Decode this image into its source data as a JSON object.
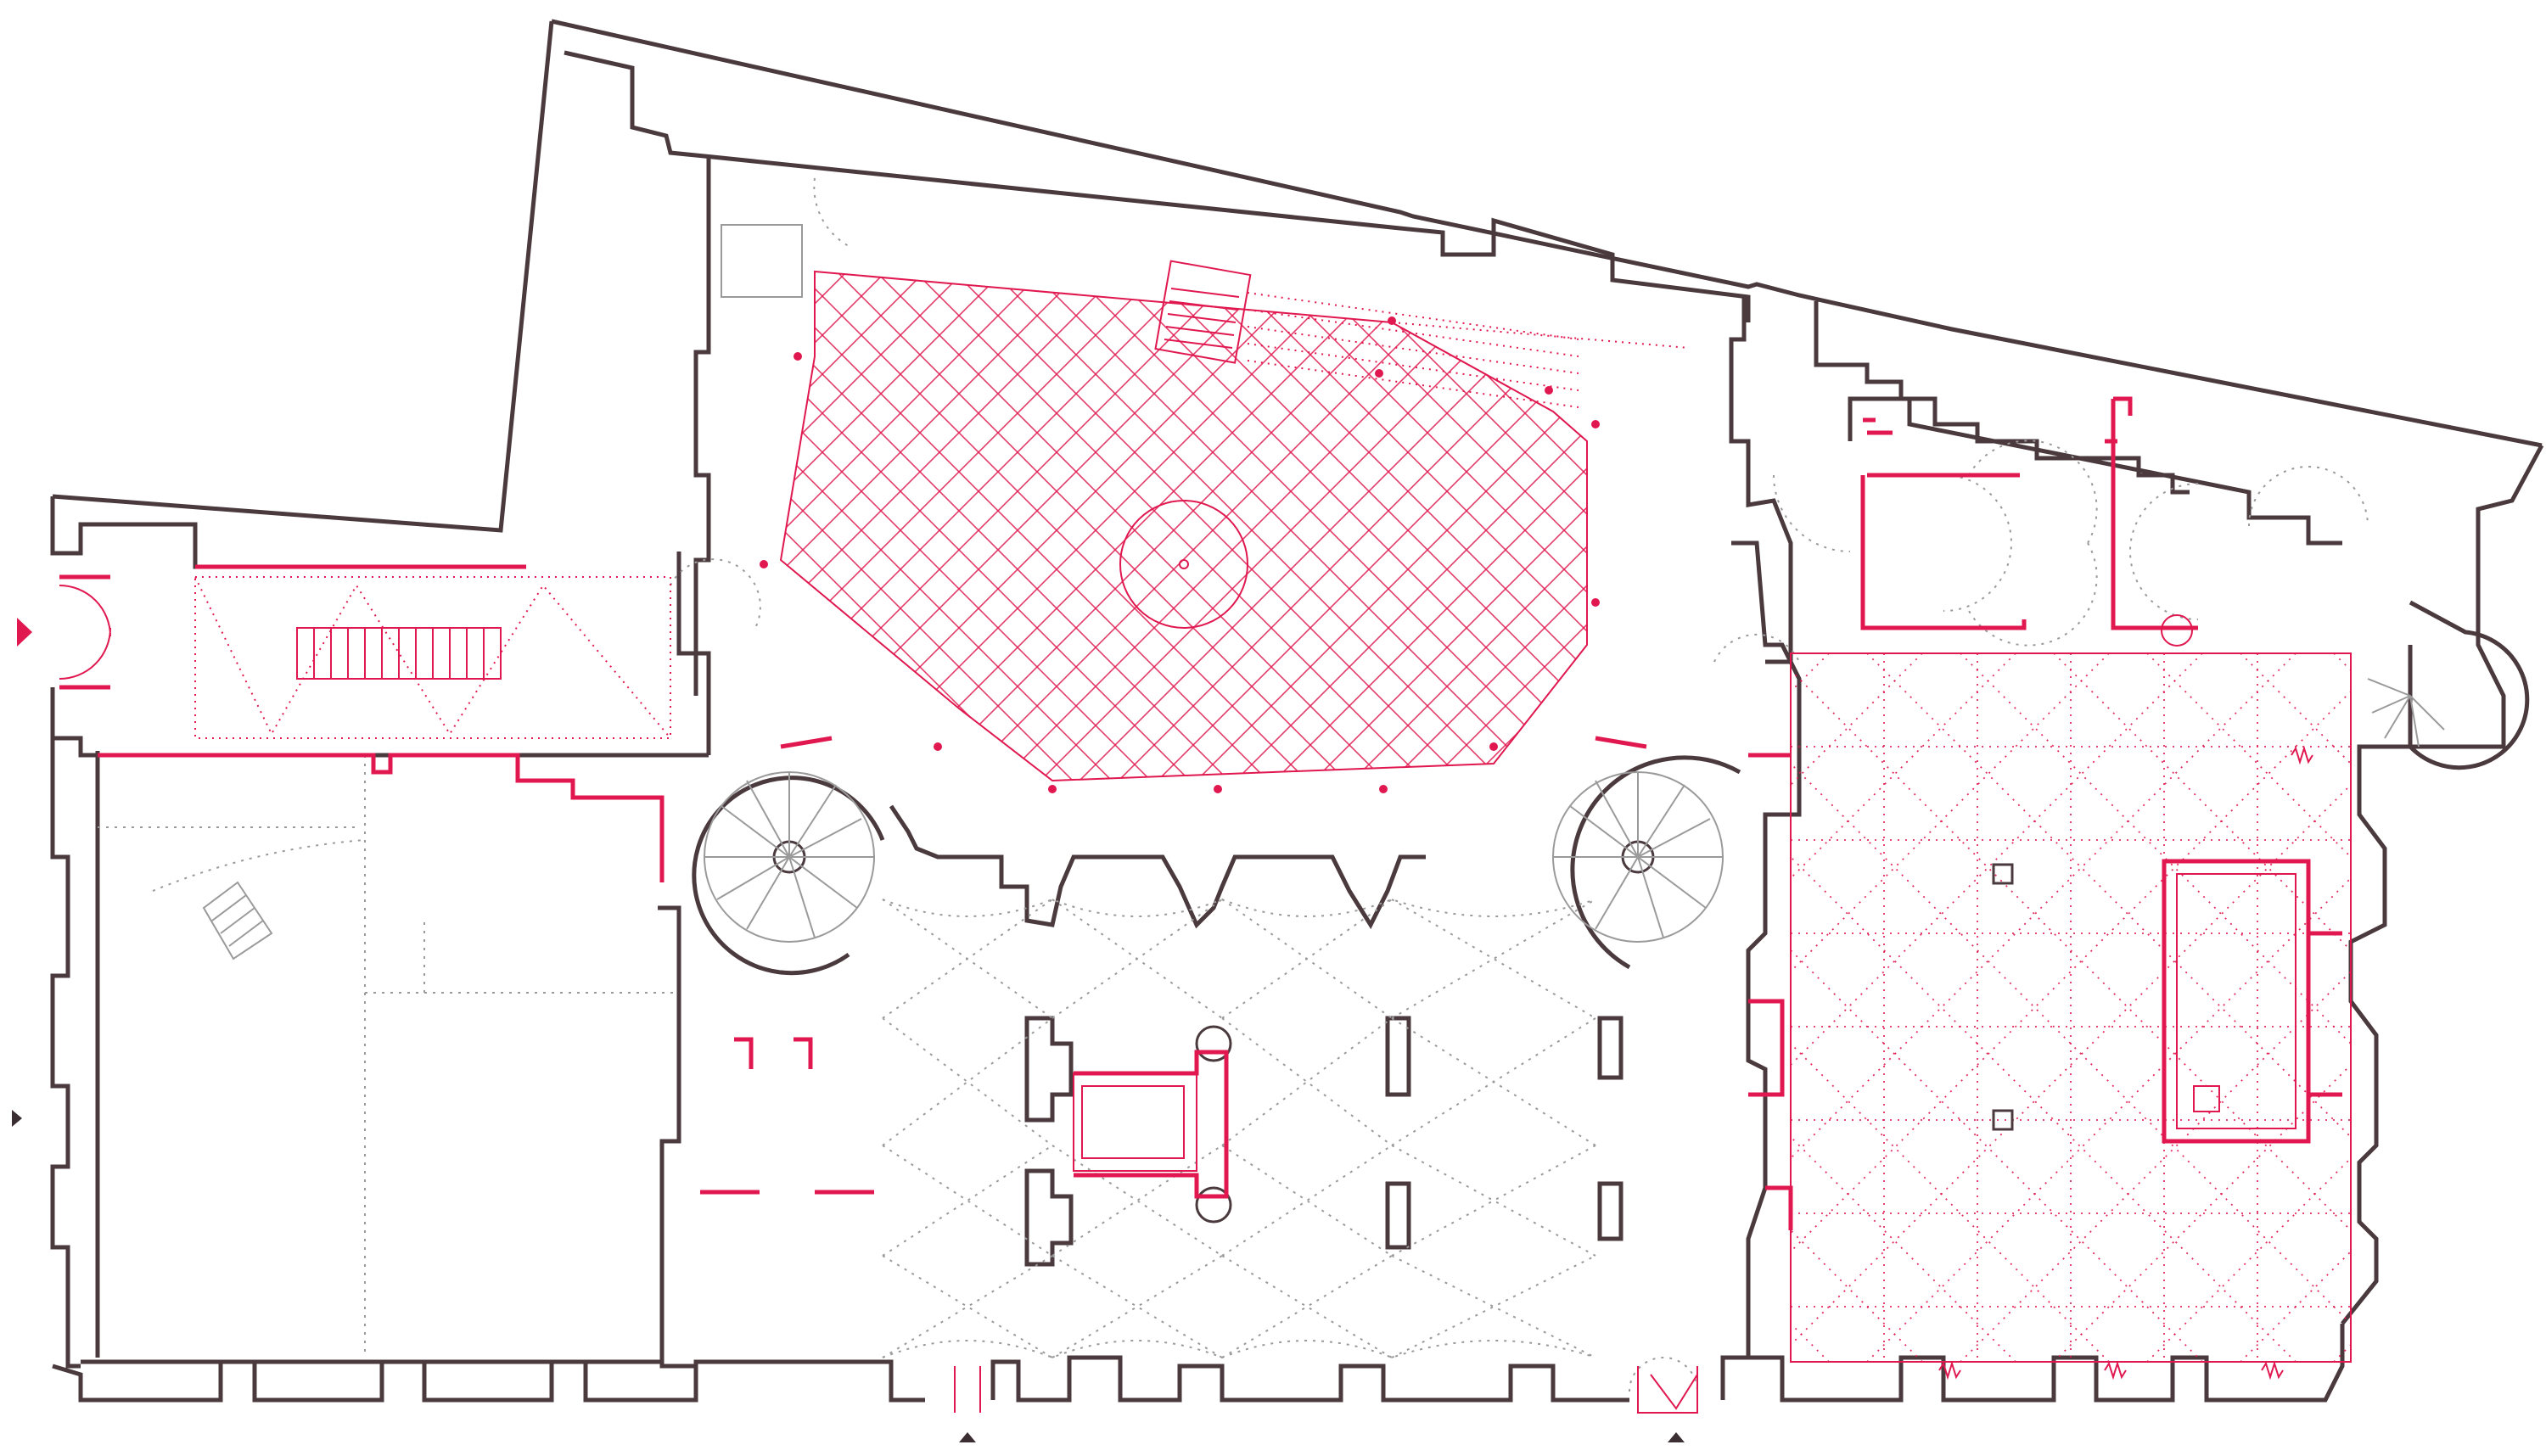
{
  "plan": {
    "colors": {
      "existing_wall": "#4a3a3e",
      "new_intervention": "#e0184f",
      "vault_projection": "#9a9a9a",
      "background": "#ffffff"
    },
    "marker_icons": [
      "entrance-arrow-west",
      "entrance-arrow-west-small",
      "entrance-arrow-north",
      "entrance-arrow-north"
    ]
  }
}
